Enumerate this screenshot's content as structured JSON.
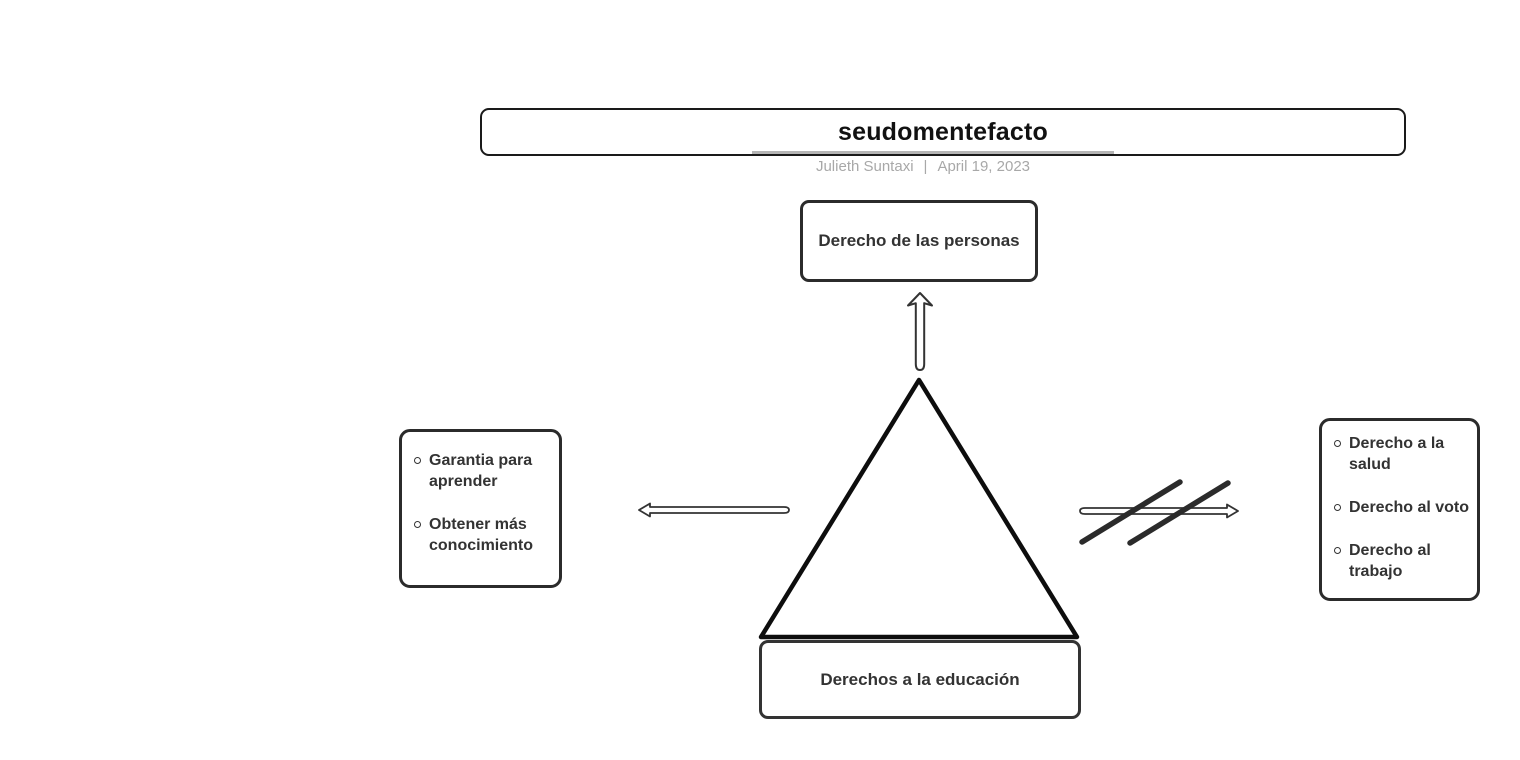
{
  "header": {
    "title": "seudomentefacto",
    "author": "Julieth Suntaxi",
    "separator": "|",
    "date": "April 19, 2023"
  },
  "diagram": {
    "top_box": {
      "label": "Derecho de las personas"
    },
    "bottom_box": {
      "label": "Derechos a la educación"
    },
    "left_box": {
      "items": [
        "Garantia para aprender",
        "Obtener más conocimiento"
      ]
    },
    "right_box": {
      "items": [
        "Derecho a la salud",
        "Derecho al voto",
        "Derecho al trabajo"
      ]
    },
    "icons": {
      "up_arrow": "up-arrow-icon",
      "left_arrow": "left-arrow-icon",
      "right_arrow_crossed": "crossed-right-arrow-icon",
      "triangle": "pyramid-triangle"
    }
  },
  "colors": {
    "background": "#ffffff",
    "border_dark": "#2b2b2b",
    "triangle_stroke": "#0d0d0d",
    "text_dark": "#333333",
    "subtitle_gray": "#a8a8a8",
    "underline_gray": "#b5b5b5"
  }
}
